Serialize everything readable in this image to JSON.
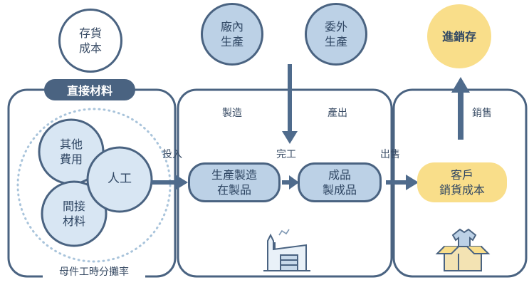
{
  "colors": {
    "outline": "#4a6381",
    "blue_fill": "#bcd1e6",
    "light_blue_fill": "#d8e6f3",
    "yellow_fill": "#f9de8a",
    "dotted": "#a9c4db",
    "arrow": "#4f6b8c"
  },
  "top": {
    "inventory_cost": [
      "存貨",
      "成本"
    ],
    "in_house": [
      "廠內",
      "生產"
    ],
    "outsourced": [
      "委外",
      "生產"
    ],
    "sales_inventory": "進銷存"
  },
  "direct_material_badge": "直接材料",
  "cost_cluster": {
    "other_expenses": [
      "其他",
      "費用"
    ],
    "labor": "人工",
    "indirect_material": [
      "間接",
      "材料"
    ],
    "allocation_label": "母件工時分攤率"
  },
  "flow_labels": {
    "input": "投入",
    "manufacture": "製造",
    "output": "產出",
    "complete": "完工",
    "ship_out": "出售",
    "sales": "銷售"
  },
  "nodes": {
    "wip": [
      "生產製造",
      "在製品"
    ],
    "finished": [
      "成品",
      "製成品"
    ],
    "customer": [
      "客戶",
      "銷貨成本"
    ]
  },
  "icons": [
    "factory-icon",
    "shirt-box-icon"
  ]
}
